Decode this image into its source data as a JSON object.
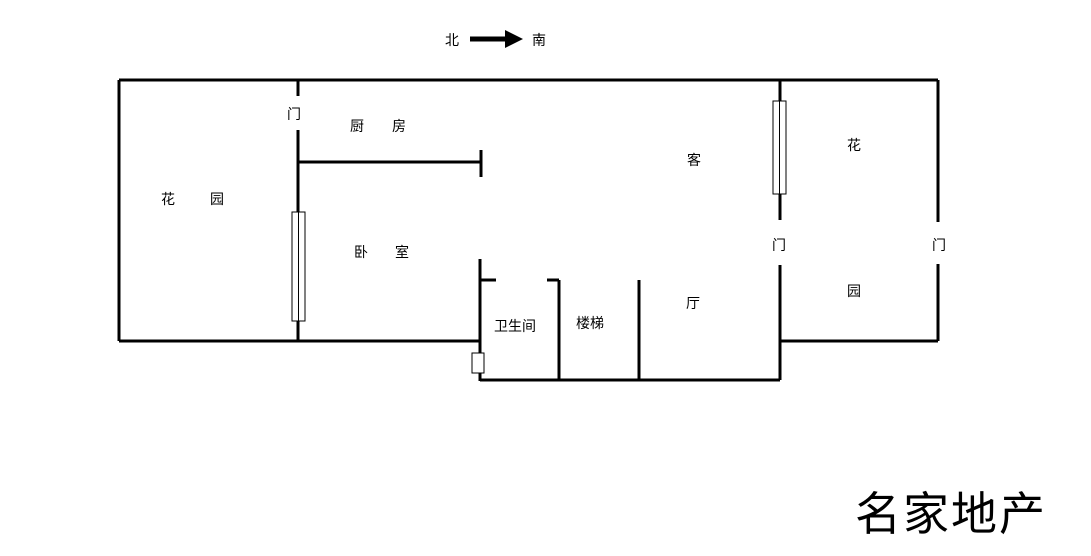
{
  "compass": {
    "from": "北",
    "to": "南"
  },
  "rooms": {
    "garden_north": [
      "花",
      "园"
    ],
    "kitchen": [
      "厨",
      "房"
    ],
    "bedroom": [
      "卧",
      "室"
    ],
    "bathroom": "卫生间",
    "stairs": "楼梯",
    "living": [
      "客",
      "厅"
    ],
    "garden_south": [
      "花",
      "园"
    ]
  },
  "doors": [
    "门",
    "门",
    "门"
  ],
  "logo": "名家地产"
}
